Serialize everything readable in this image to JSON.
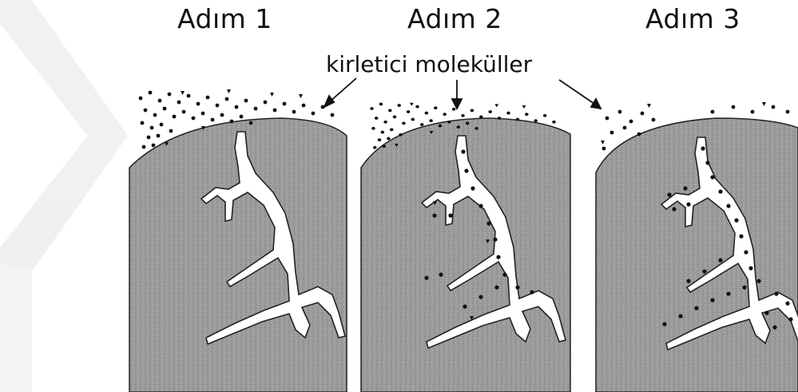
{
  "steps": [
    {
      "title": "Adım 1"
    },
    {
      "title": "Adım 2"
    },
    {
      "title": "Adım 3"
    }
  ],
  "molecules_label": "kirletici moleküller",
  "colors": {
    "solid": "#9b9b9b",
    "pore": "#ffffff",
    "molecule": "#111111",
    "watermark": "#ececec"
  }
}
